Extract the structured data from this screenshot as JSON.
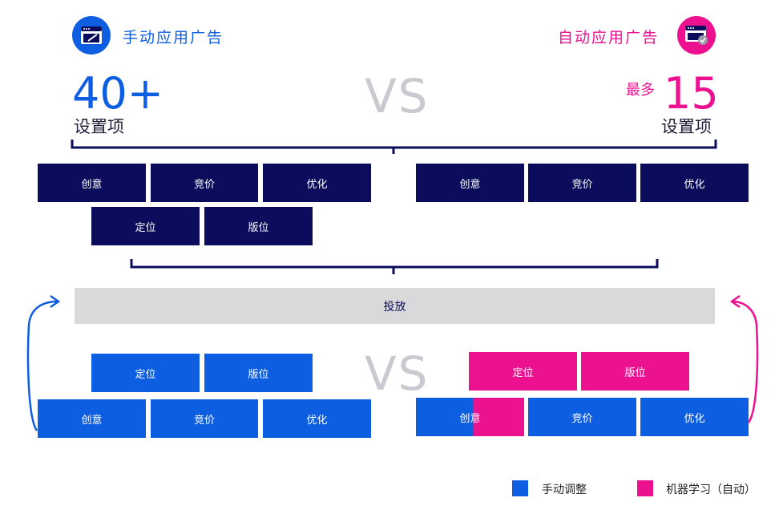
{
  "colors": {
    "navy": "#0b0d5c",
    "manual_blue": "#0d5ee0",
    "auto_pink": "#ec128f",
    "grey_bar": "#d9d9dc",
    "vs_grey": "#c9c9cf"
  },
  "left_header": {
    "icon": "manual-ad-window-icon",
    "title": "手动应用广告",
    "number": "40+",
    "label": "设置项"
  },
  "right_header": {
    "icon": "auto-ad-window-check-icon",
    "title": "自动应用广告",
    "prefix": "最多",
    "number": "15",
    "label": "设置项"
  },
  "vs_top": "VS",
  "vs_bottom": "VS",
  "top_left_row1": [
    "创意",
    "竞价",
    "优化"
  ],
  "top_left_row2": [
    "定位",
    "版位"
  ],
  "top_right_row1": [
    "创意",
    "竞价",
    "优化"
  ],
  "delivery_label": "投放",
  "bottom_left_row1": [
    "定位",
    "版位"
  ],
  "bottom_left_row2": [
    "创意",
    "竞价",
    "优化"
  ],
  "bottom_right_row1": [
    "定位",
    "版位"
  ],
  "bottom_right_row2": [
    "创意",
    "竞价",
    "优化"
  ],
  "legend": {
    "manual": "手动调整",
    "auto": "机器学习（自动）"
  }
}
